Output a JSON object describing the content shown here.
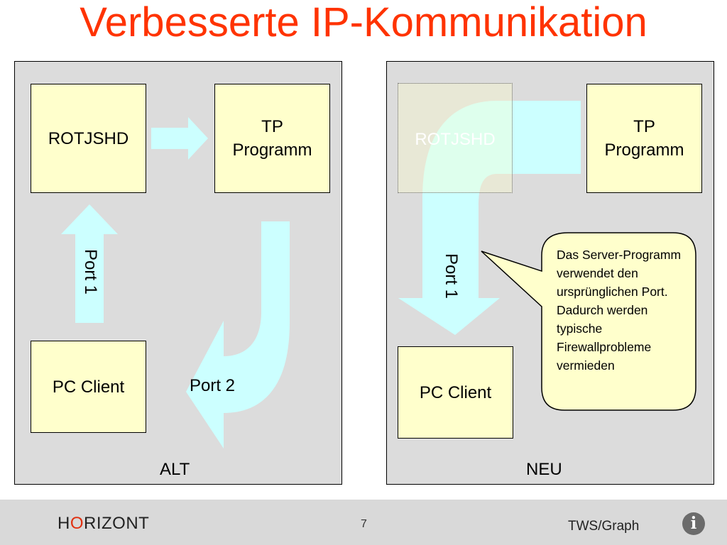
{
  "slide": {
    "title": "Verbesserte IP-Kommunikation"
  },
  "panel_alt": {
    "caption": "ALT",
    "box_server": "ROTJSHD",
    "box_program": "TP\nProgramm",
    "box_client": "PC Client",
    "port_up": "Port 1",
    "port_curve": "Port 2"
  },
  "panel_neu": {
    "caption": "NEU",
    "box_server": "ROTJSHD",
    "box_program": "TP\nProgramm",
    "box_client": "PC Client",
    "port_down": "Port 1",
    "callout": "Das Server-Programm verwendet den ursprünglichen Port. Dadurch werden typische Firewallprobleme vermieden"
  },
  "footer": {
    "brand_h": "H",
    "brand_o": "O",
    "brand_rest": "RIZONT",
    "page_number": "7",
    "right_text": "TWS/Graph",
    "info_glyph": "i"
  },
  "colors": {
    "title": "#ff3300",
    "panel": "#dcdcdc",
    "box": "#ffffcc",
    "arrow": "#ccffff",
    "footer": "#d9d9d9"
  }
}
